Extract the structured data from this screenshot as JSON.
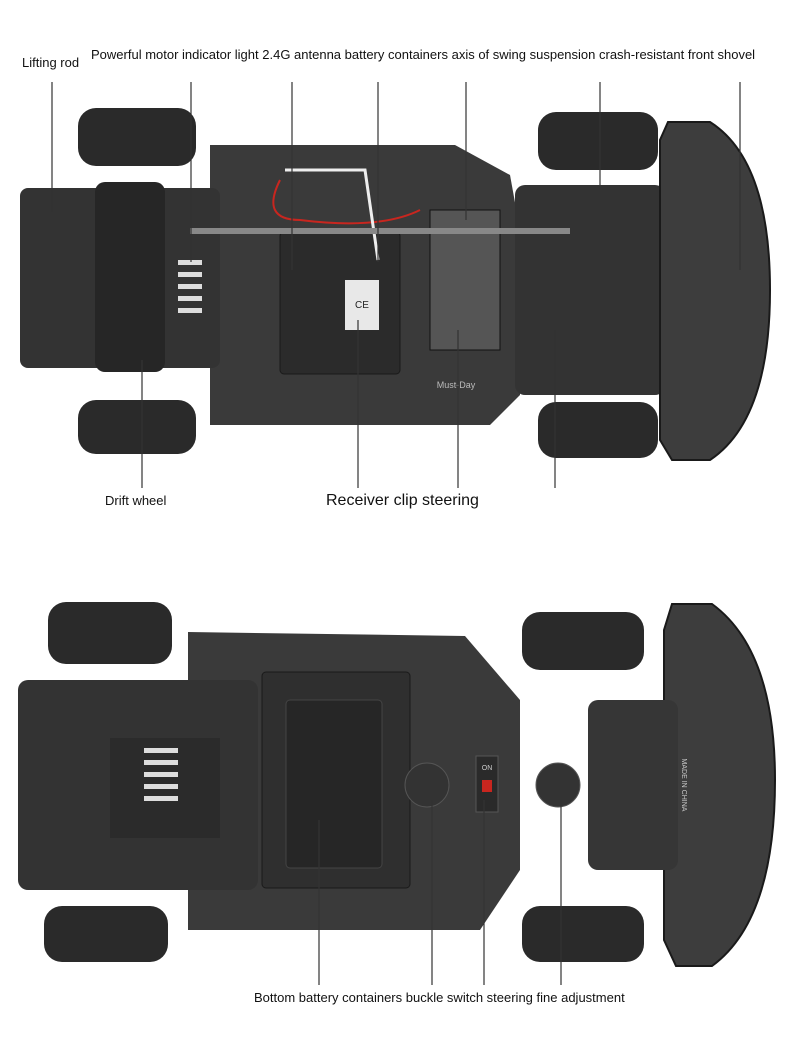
{
  "top_diagram": {
    "labels": {
      "lifting_rod": "Lifting rod",
      "header_row": "Powerful motor indicator light 2.4G antenna battery containers axis of swing suspension crash-resistant front shovel",
      "drift_wheel": "Drift wheel",
      "receiver_clip_steering": "Receiver clip steering"
    },
    "chassis_markings": {
      "brand": "Must-Day",
      "ce_mark": "CE"
    }
  },
  "bottom_diagram": {
    "labels": {
      "footer_row": "Bottom battery containers buckle switch steering fine adjustment"
    },
    "chassis_markings": {
      "made_in": "MADE IN CHINA",
      "switch": "ON"
    }
  },
  "colors": {
    "chassis": "#3a3a3a",
    "chassis_dark": "#1f1f1f",
    "tire": "#2a2a2a",
    "wire_red": "#c8261f"
  }
}
